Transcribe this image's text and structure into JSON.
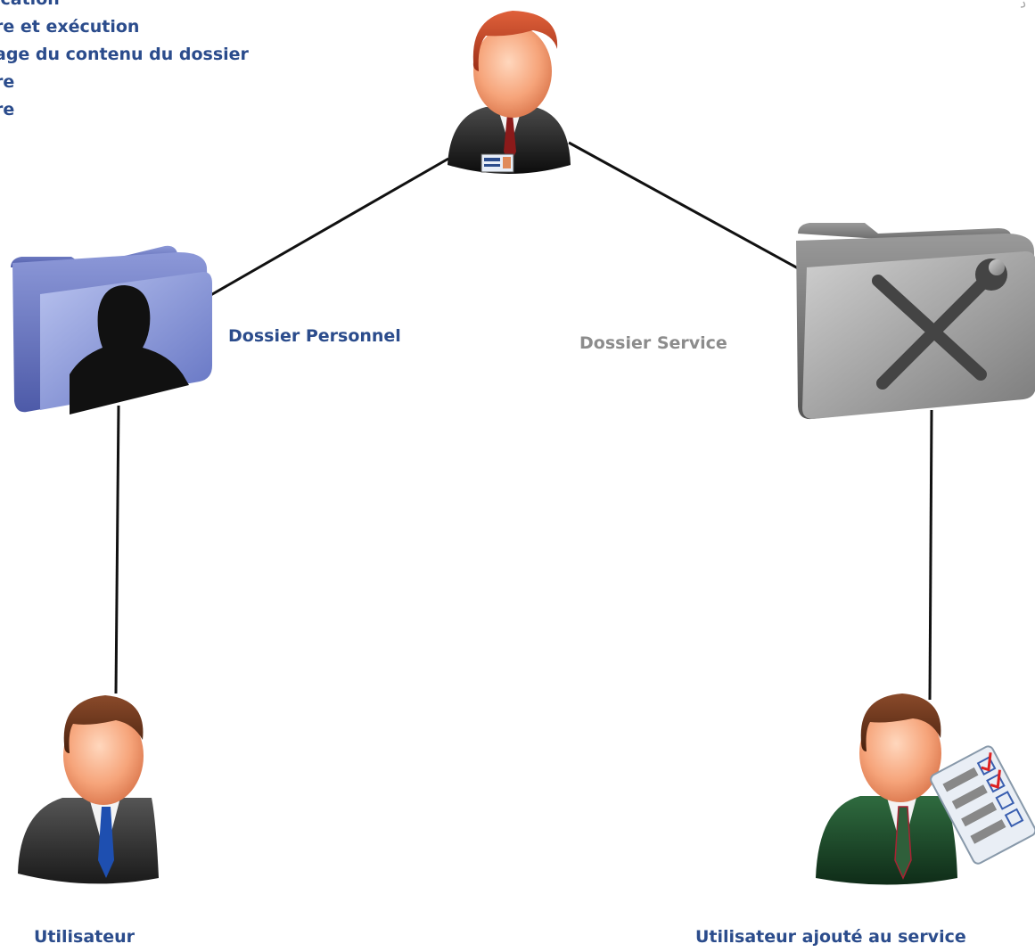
{
  "legend": {
    "lines": [
      "ication",
      "re et exécution",
      "age du contenu du dossier",
      "re",
      "re"
    ]
  },
  "labels": {
    "personal_folder": "Dossier Personnel",
    "service_folder": "Dossier Service",
    "user": "Utilisateur",
    "service_user": "Utilisateur ajouté au service"
  },
  "colors": {
    "label_blue": "#2b4c8c",
    "label_gray": "#8c8c8c",
    "line": "#111111"
  },
  "icons": {
    "admin": "administrator-icon",
    "personal_folder": "user-folder-icon",
    "service_folder": "tools-folder-icon",
    "user": "user-icon",
    "service_user": "service-user-icon"
  }
}
